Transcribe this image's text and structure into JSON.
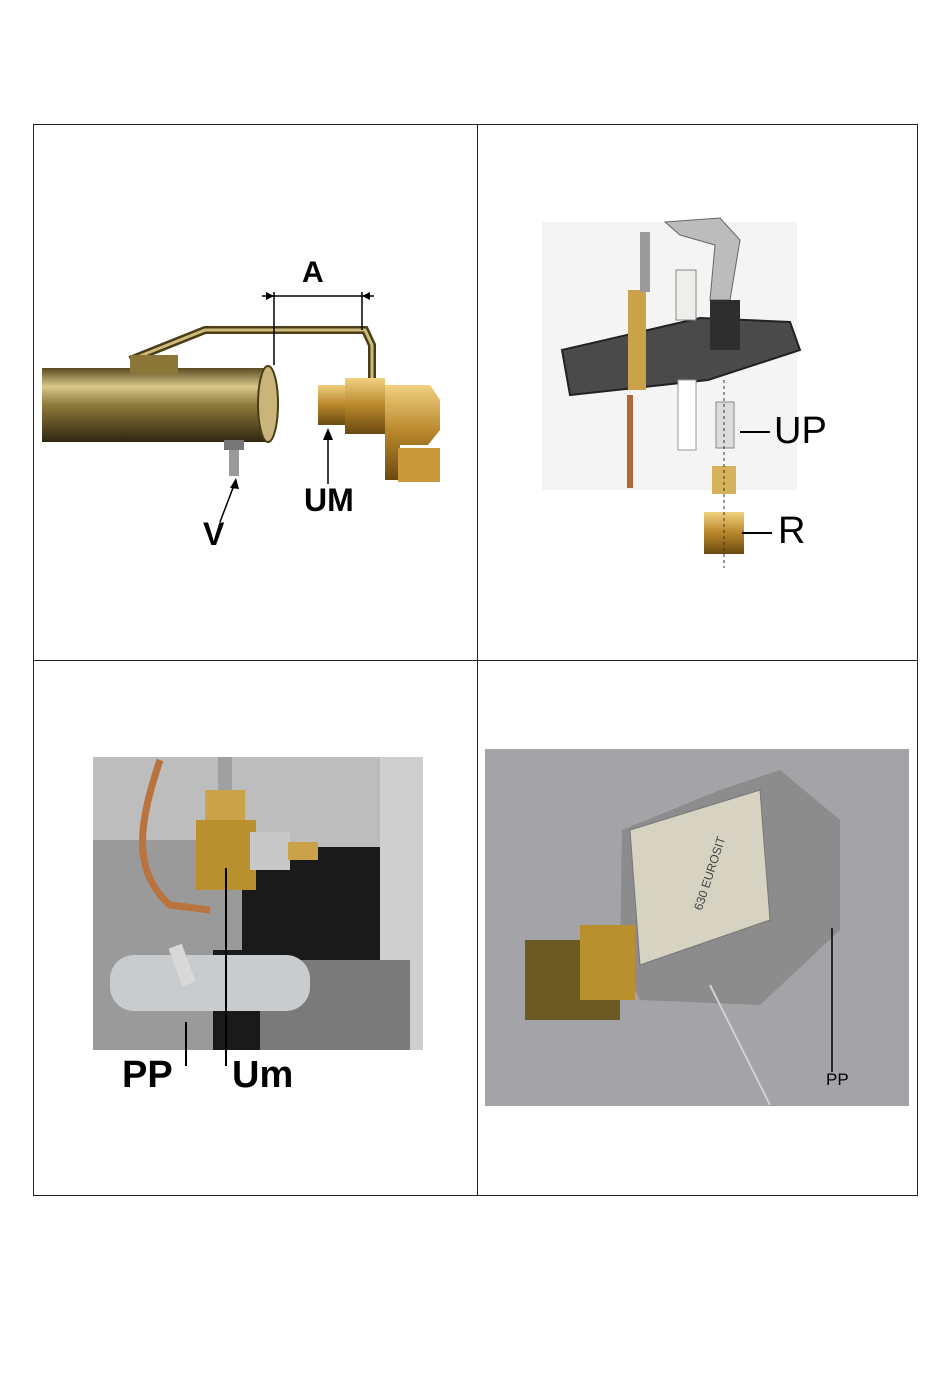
{
  "panel1": {
    "label_a": "A",
    "label_v": "V",
    "label_um": "UM"
  },
  "panel2": {
    "label_up": "UP",
    "label_r": "R"
  },
  "panel3": {
    "label_pp": "PP",
    "label_um": "Um"
  },
  "panel4": {
    "label_pp": "PP",
    "valve_text": "630 EUROSIT"
  }
}
